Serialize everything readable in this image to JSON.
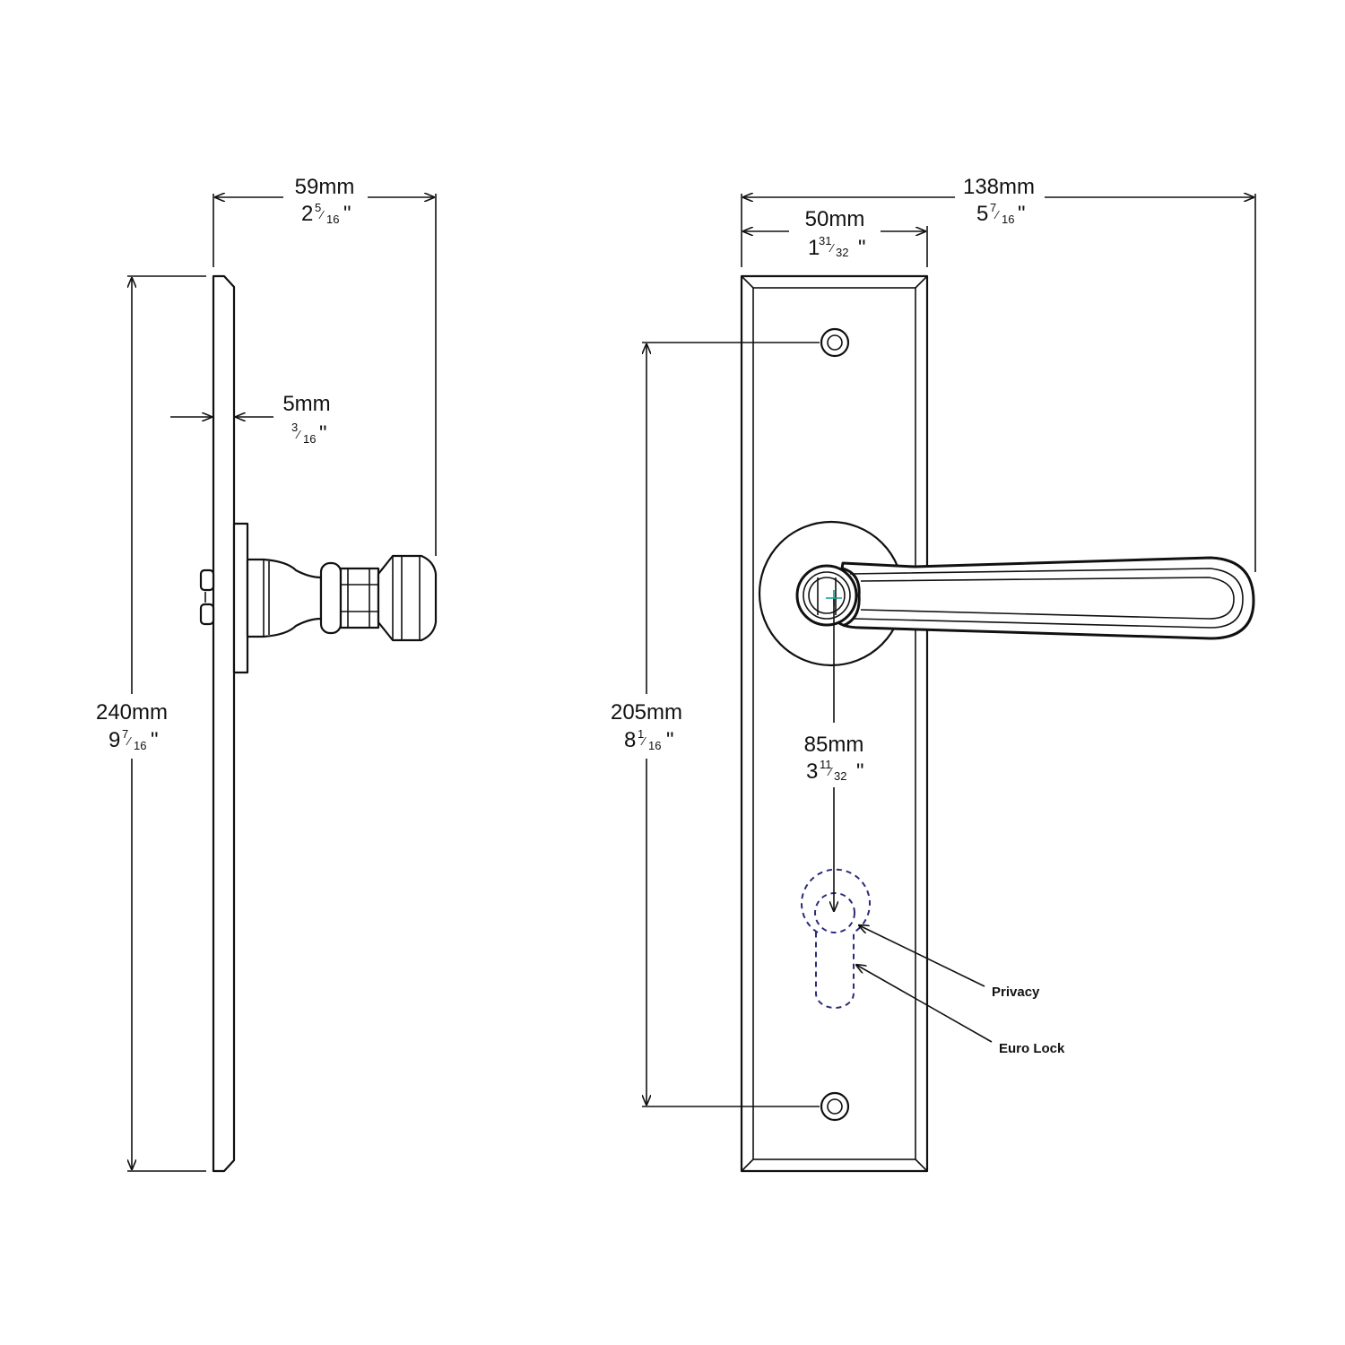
{
  "dimensions": {
    "projection": {
      "mm": "59mm",
      "whole": "2",
      "num": "5",
      "den": "16",
      "inch": "\""
    },
    "plate_thickness": {
      "mm": "5mm",
      "whole": "",
      "num": "3",
      "den": "16",
      "inch": "\""
    },
    "height": {
      "mm": "240mm",
      "whole": "9",
      "num": "7",
      "den": "16",
      "inch": "\""
    },
    "overall_width": {
      "mm": "138mm",
      "whole": "5",
      "num": "7",
      "den": "16",
      "inch": "\""
    },
    "plate_width": {
      "mm": "50mm",
      "whole": "1",
      "num": "31",
      "den": "32",
      "inch": "\""
    },
    "fixing_centres": {
      "mm": "205mm",
      "whole": "8",
      "num": "1",
      "den": "16",
      "inch": "\""
    },
    "lever_to_cylinder": {
      "mm": "85mm",
      "whole": "3",
      "num": "11",
      "den": "32",
      "inch": "\""
    }
  },
  "callouts": {
    "privacy": "Privacy",
    "euro_lock": "Euro Lock"
  },
  "colors": {
    "line": "#111111",
    "cutout": "#2b2b7a",
    "spindle_marker": "#1a9a8a"
  }
}
